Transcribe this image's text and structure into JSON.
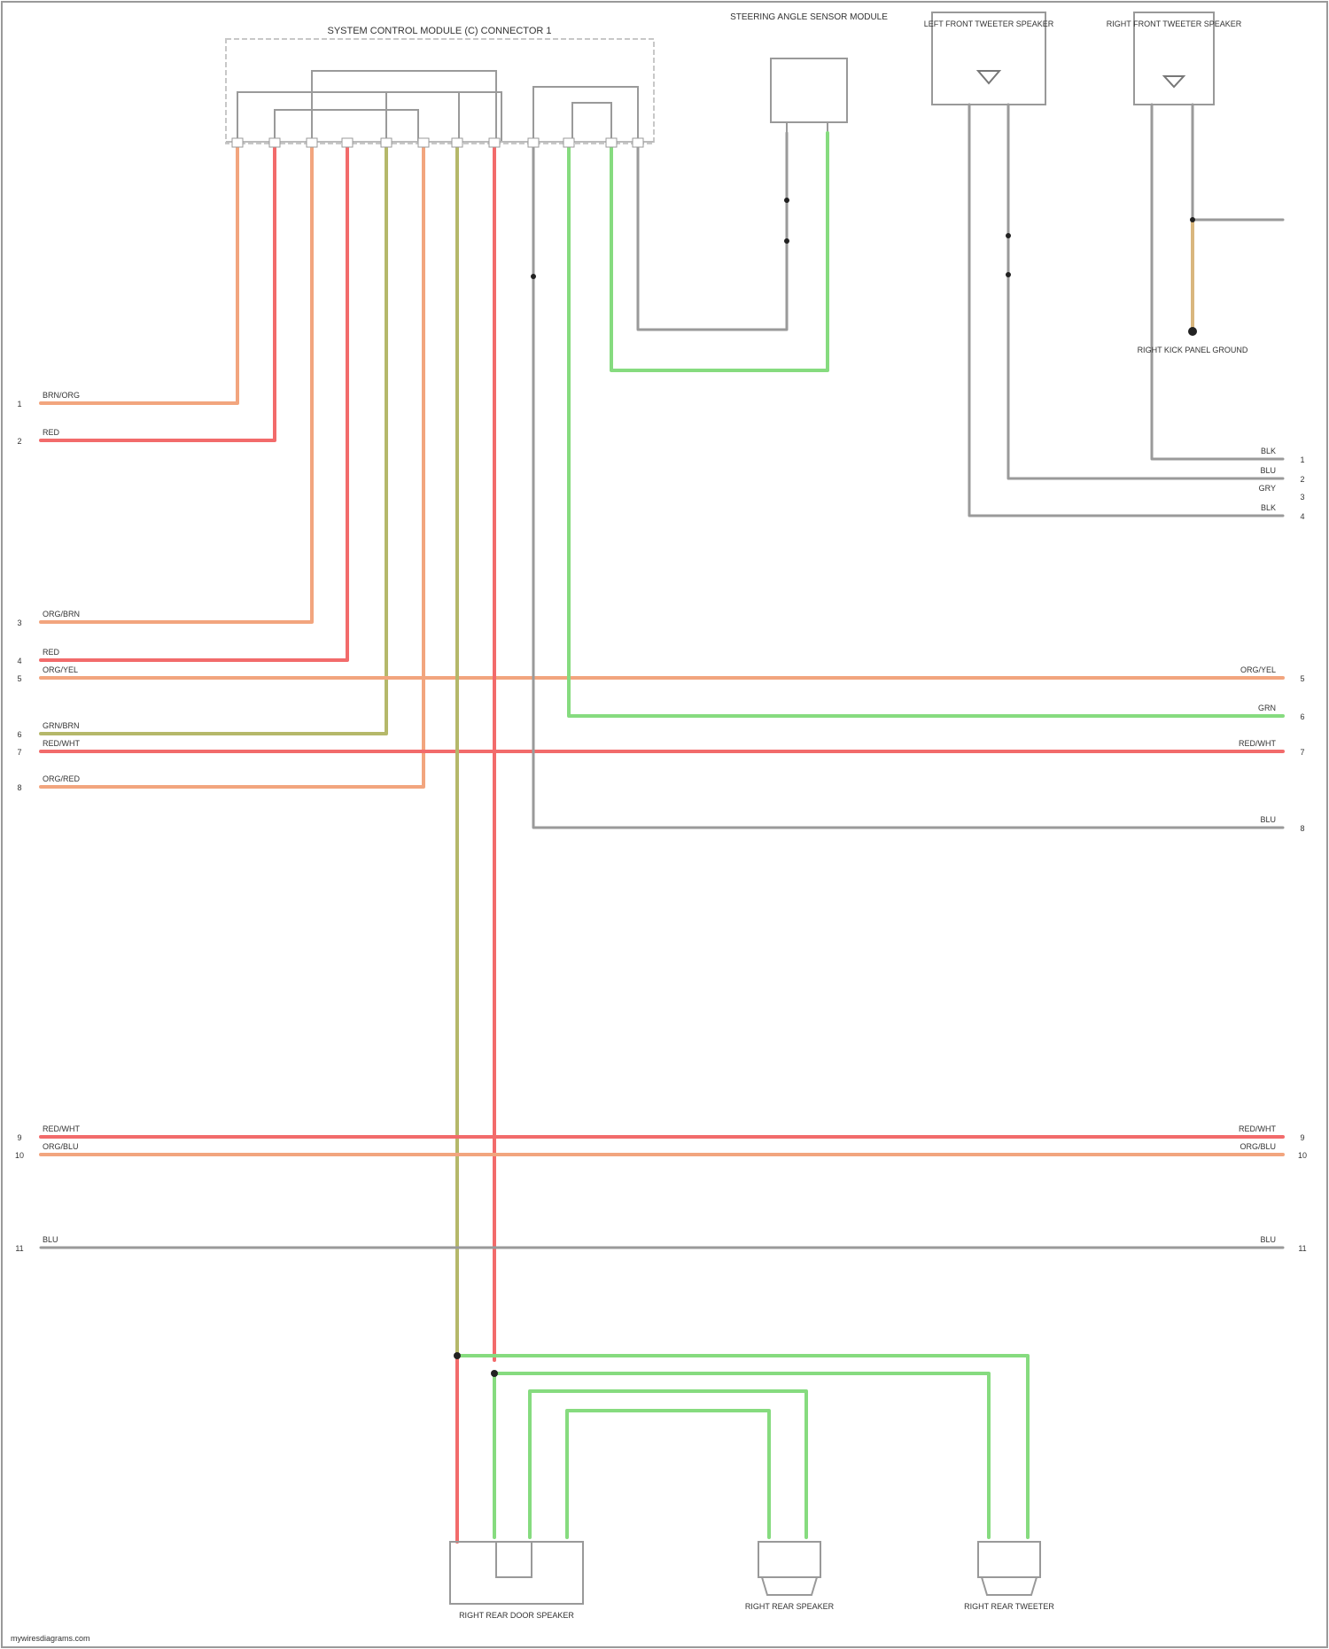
{
  "page": {
    "footer": "mywiresdiagrams.com"
  },
  "components": {
    "main_module": "SYSTEM CONTROL MODULE (C) CONNECTOR 1",
    "top_module": "STEERING ANGLE SENSOR MODULE",
    "speaker_left": "LEFT FRONT TWEETER SPEAKER",
    "speaker_right": "RIGHT FRONT TWEETER SPEAKER",
    "bottom_module": "RIGHT REAR DOOR SPEAKER",
    "bottom_speaker_1": "RIGHT REAR SPEAKER",
    "bottom_speaker_2": "RIGHT REAR TWEETER",
    "ground_label": "RIGHT KICK PANEL GROUND"
  },
  "wire_colors": {
    "orange": "#f2a57e",
    "pink": "#f26b6b",
    "olive": "#b5b86a",
    "green": "#86db7f",
    "gray": "#8a8a8a",
    "tan": "#d9b77e"
  },
  "left_labels": [
    {
      "code": "BRN/ORG",
      "num": "1"
    },
    {
      "code": "RED",
      "num": "2"
    },
    {
      "code": "ORG/BRN",
      "num": "3"
    },
    {
      "code": "RED",
      "num": "4"
    },
    {
      "code": "ORG/YEL",
      "num": "5"
    },
    {
      "code": "GRN/BRN",
      "num": "6"
    },
    {
      "code": "RED/WHT",
      "num": "7"
    },
    {
      "code": "ORG/RED",
      "num": "8"
    },
    {
      "code": "RED/WHT",
      "num": "9"
    },
    {
      "code": "ORG/BLU",
      "num": "10"
    },
    {
      "code": "BLU",
      "num": "11"
    }
  ],
  "right_labels": [
    {
      "code": "BLK",
      "num": "1"
    },
    {
      "code": "BLU",
      "num": "2"
    },
    {
      "code": "GRY",
      "num": "3"
    },
    {
      "code": "BLK",
      "num": "4"
    },
    {
      "code": "ORG/YEL",
      "num": "5"
    },
    {
      "code": "GRN",
      "num": "6"
    },
    {
      "code": "RED/WHT",
      "num": "7"
    },
    {
      "code": "BLU",
      "num": "8"
    },
    {
      "code": "RED/WHT",
      "num": "9"
    },
    {
      "code": "ORG/BLU",
      "num": "10"
    },
    {
      "code": "BLU",
      "num": "11"
    }
  ]
}
